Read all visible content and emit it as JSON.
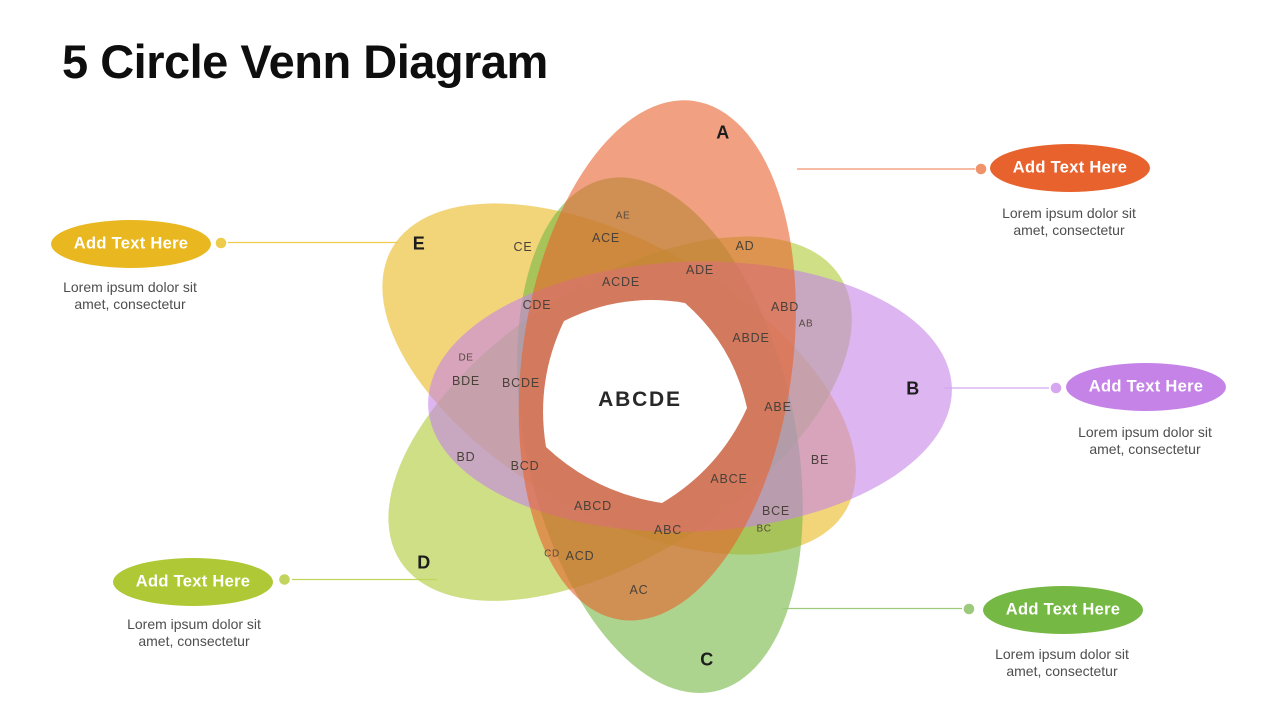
{
  "slide": {
    "title": "5 Circle Venn Diagram",
    "background_color": "#FFFFFF"
  },
  "venn": {
    "center_label": "ABCDE",
    "petals": [
      {
        "set": "E",
        "color": "#E9B71F"
      },
      {
        "set": "D",
        "color": "#AEC935"
      },
      {
        "set": "C",
        "color": "#76B844"
      },
      {
        "set": "B",
        "color": "#C583E8"
      },
      {
        "set": "A",
        "color": "#E8622D"
      }
    ],
    "set_labels": {
      "a": "A",
      "b": "B",
      "c": "C",
      "d": "D",
      "e": "E"
    },
    "regions": {
      "ae": "AE",
      "ace": "ACE",
      "ce": "CE",
      "ad": "AD",
      "ade": "ADE",
      "acde": "ACDE",
      "cde": "CDE",
      "abd": "ABD",
      "ab": "AB",
      "abde": "ABDE",
      "de": "DE",
      "bde": "BDE",
      "bcde": "BCDE",
      "abe": "ABE",
      "bd": "BD",
      "bcd": "BCD",
      "be": "BE",
      "abce": "ABCE",
      "abcd": "ABCD",
      "bce": "BCE",
      "bc": "BC",
      "abc": "ABC",
      "cd": "CD",
      "acd": "ACD",
      "ac": "AC"
    }
  },
  "callouts": {
    "a": {
      "label": "Add Text Here",
      "caption_lines": [
        "Lorem ipsum dolor sit",
        "amet, consectetur"
      ],
      "color": "#E8622D",
      "accent": "#F0926A"
    },
    "b": {
      "label": "Add Text Here",
      "caption_lines": [
        "Lorem ipsum dolor sit",
        "amet, consectetur"
      ],
      "color": "#C583E8",
      "accent": "#D6A6F0"
    },
    "c": {
      "label": "Add Text Here",
      "caption_lines": [
        "Lorem ipsum dolor sit",
        "amet, consectetur"
      ],
      "color": "#76B844",
      "accent": "#9CC97B"
    },
    "d": {
      "label": "Add Text Here",
      "caption_lines": [
        "Lorem ipsum dolor sit",
        "amet, consectetur"
      ],
      "color": "#AEC935",
      "accent": "#C3D45E"
    },
    "e": {
      "label": "Add Text Here",
      "caption_lines": [
        "Lorem ipsum dolor sit",
        "amet, consectetur"
      ],
      "color": "#E9B71F",
      "accent": "#EDCC4B"
    }
  }
}
